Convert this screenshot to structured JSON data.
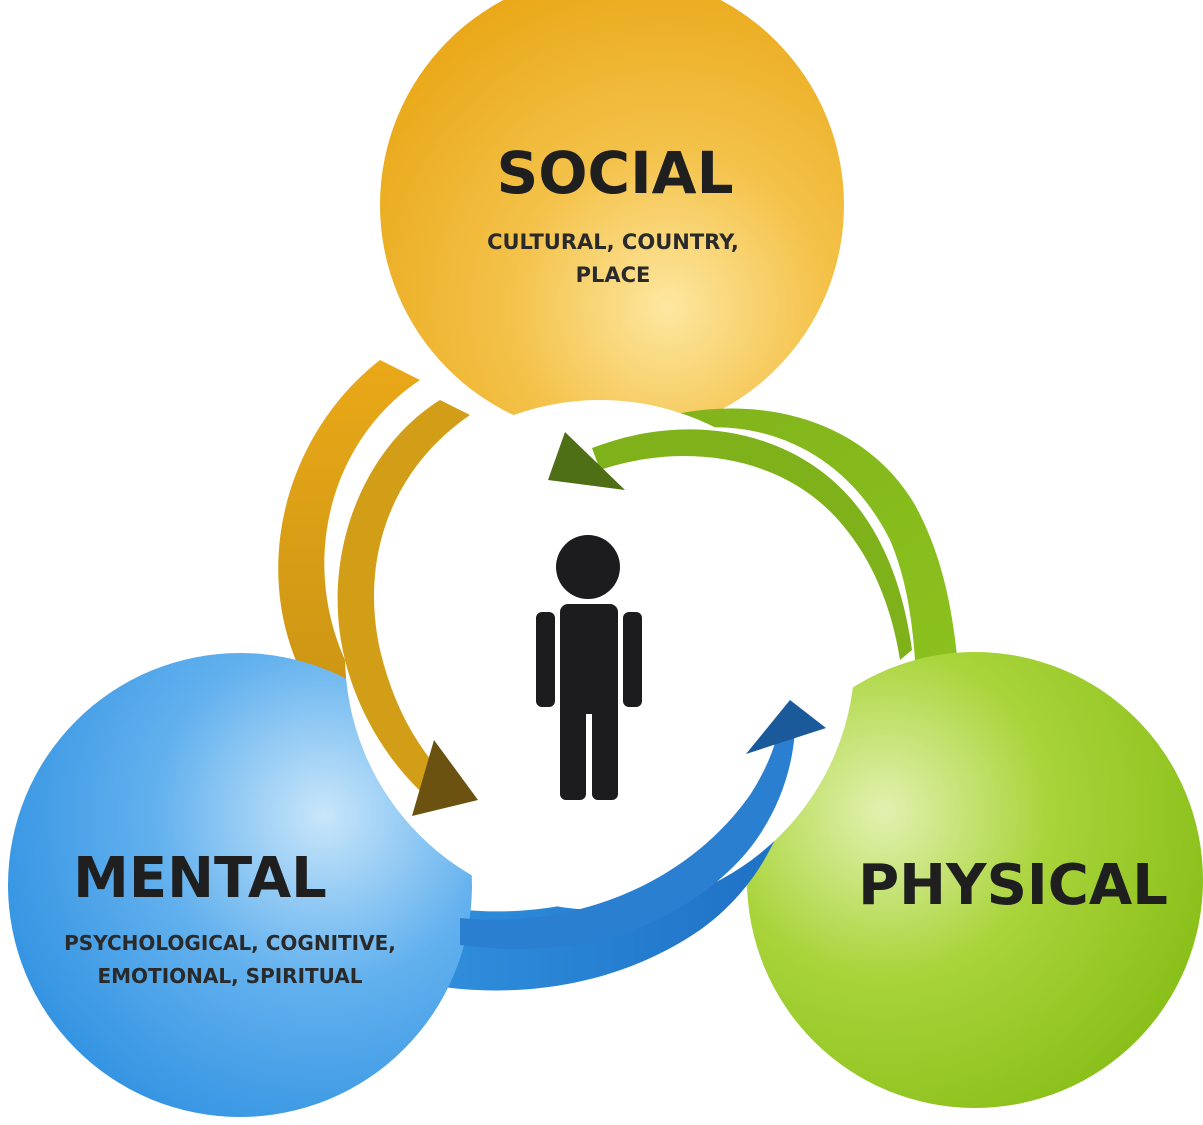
{
  "nodes": {
    "social": {
      "title": "SOCIAL",
      "subtitle_line1": "CULTURAL, COUNTRY,",
      "subtitle_line2": "PLACE",
      "color": "#f0b52a",
      "color_light": "#fbe39a",
      "color_dark": "#c9920f"
    },
    "mental": {
      "title": "MENTAL",
      "subtitle_line1": "PSYCHOLOGICAL, COGNITIVE,",
      "subtitle_line2": "EMOTIONAL, SPIRITUAL",
      "color": "#3c9be6",
      "color_light": "#b8dcf7",
      "color_dark": "#1a6fbf"
    },
    "physical": {
      "title": "PHYSICAL",
      "color": "#8cc21f",
      "color_light": "#d9ee9c",
      "color_dark": "#5f9a12"
    }
  },
  "center": {
    "icon": "person-icon",
    "color": "#1c1c1e"
  },
  "arrow_heads": {
    "social_arrow_color": "#6b5210",
    "physical_arrow_color": "#4f6f17",
    "mental_arrow_color": "#1a5a9a"
  }
}
